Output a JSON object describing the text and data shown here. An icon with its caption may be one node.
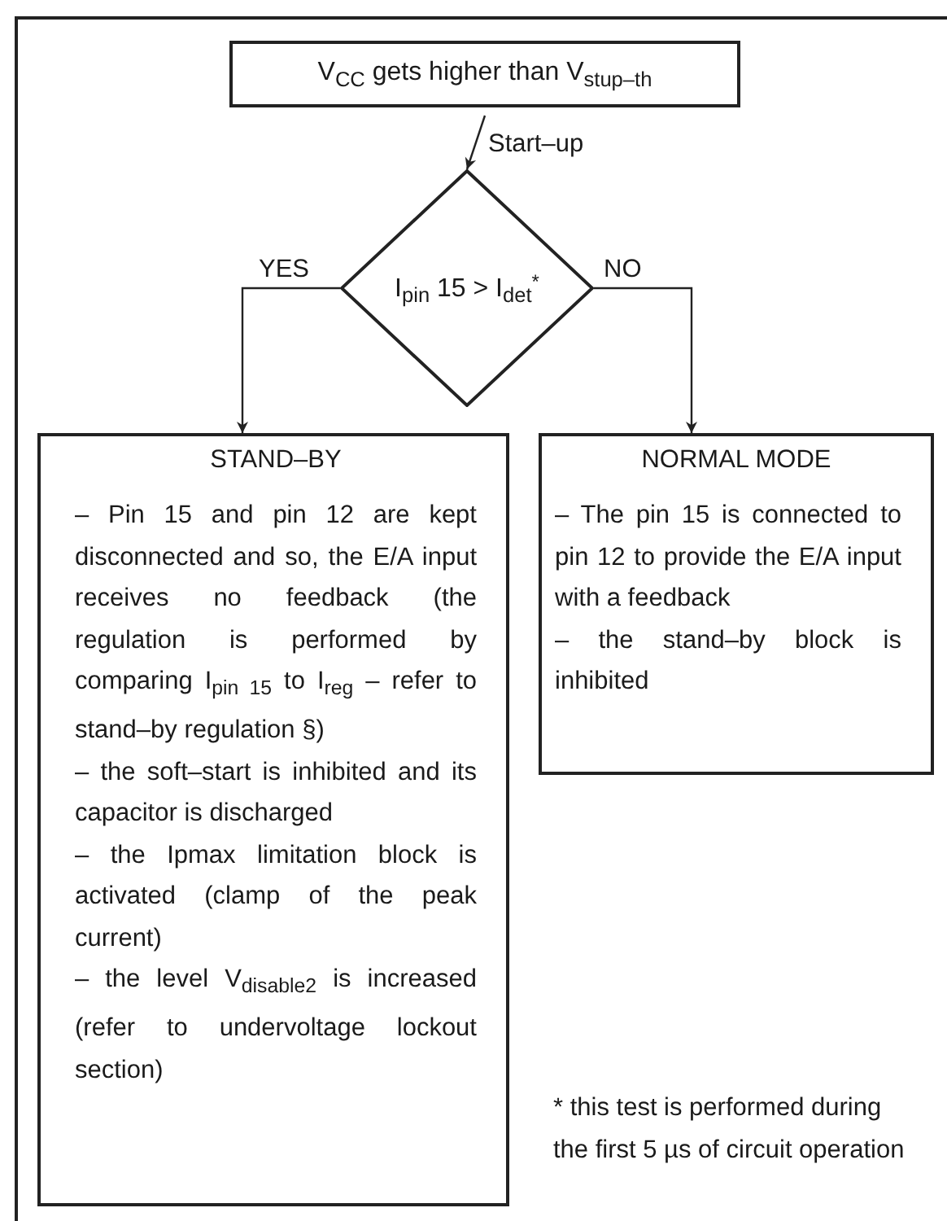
{
  "diagram": {
    "nodes": [
      {
        "text": [
          "V$_{CC}$ gets higher than V$_{stup–th}$"
        ]
      },
      {
        "text": [
          "I$_{pin}$ 15 > I$_{det}$$^{*}$"
        ]
      },
      {
        "text": [
          "STAND–BY",
          "– Pin 15 and pin 12 are kept disconnected and so, the E/A input receives no feedback (the regulation is performed by comparing I$_{pin 15}$ to I$_{reg}$ – refer to stand–by regulation §)",
          "– the soft–start is inhibited and its capacitor is discharged",
          "– the Ipmax limitation block is activated (clamp of the peak current)",
          "– the level V$_{disable2}$ is increased (refer to undervoltage lockout section)"
        ]
      },
      {
        "text": [
          "NORMAL MODE",
          "– The pin 15 is connected to pin 12 to provide the E/A input with a feedback",
          "– the stand–by block is inhibited"
        ]
      }
    ],
    "edges": [
      {
        "from": 0,
        "to": 1,
        "arrow": "to",
        "label": "Start–up"
      },
      {
        "from": 1,
        "to": 2,
        "arrow": "to",
        "label": "YES"
      },
      {
        "from": 1,
        "to": 3,
        "arrow": "to",
        "label": "NO"
      }
    ],
    "labels": [
      "* this test is performed during the first 5 µs of circuit operation"
    ]
  }
}
